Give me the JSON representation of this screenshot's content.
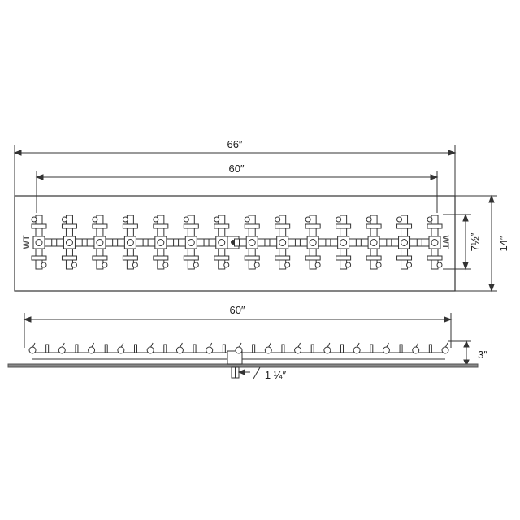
{
  "top_view": {
    "overall_width": "66″",
    "burner_length": "60″",
    "burner_width": "7½″",
    "overall_depth": "14″",
    "end_mark": "WT",
    "burner_units_count": 14
  },
  "side_view": {
    "burner_length": "60″",
    "height": "3″",
    "inlet_size": "1 ¼″",
    "nozzle_count": 15
  },
  "colors": {
    "line": "#333333",
    "ground": "#666666"
  }
}
